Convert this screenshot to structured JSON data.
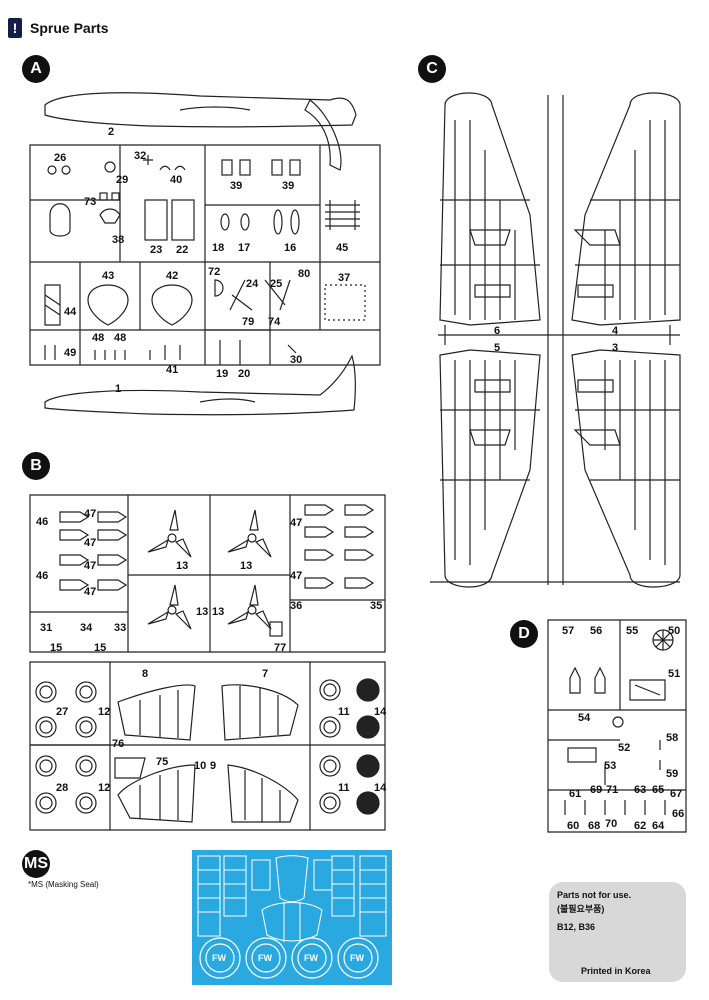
{
  "header": {
    "icon": "!",
    "title": "Sprue Parts"
  },
  "sections": {
    "a": "A",
    "b": "B",
    "c": "C",
    "d": "D",
    "ms": "MS"
  },
  "ms_caption": "*MS (Masking Seal)",
  "notice": {
    "line1": "Parts not for use.",
    "line2": "(불필요부품)",
    "line3": "B12, B36",
    "line4": "Printed in Korea"
  },
  "sprue_a_labels": [
    "2",
    "26",
    "32",
    "29",
    "40",
    "73",
    "38",
    "23",
    "22",
    "39",
    "39",
    "18",
    "17",
    "16",
    "45",
    "43",
    "42",
    "72",
    "24",
    "25",
    "80",
    "37",
    "44",
    "48",
    "48",
    "49",
    "41",
    "19",
    "20",
    "30",
    "79",
    "74",
    "1"
  ],
  "sprue_b_labels": [
    "46",
    "47",
    "47",
    "46",
    "47",
    "47",
    "31",
    "34",
    "33",
    "15",
    "15",
    "13",
    "13",
    "13",
    "13",
    "47",
    "47",
    "36",
    "35",
    "77",
    "8",
    "7",
    "27",
    "12",
    "76",
    "75",
    "10",
    "9",
    "11",
    "14",
    "11",
    "14",
    "28",
    "12"
  ],
  "sprue_c_labels": [
    "6",
    "4",
    "5",
    "3"
  ],
  "sprue_d_labels": [
    "57",
    "56",
    "55",
    "50",
    "51",
    "54",
    "52",
    "53",
    "58",
    "59",
    "61",
    "69",
    "71",
    "63",
    "65",
    "67",
    "60",
    "68",
    "70",
    "62",
    "64",
    "66"
  ],
  "mask_labels": [
    "FW",
    "FW",
    "FW",
    "FW"
  ],
  "colors": {
    "mask": "#29a9e0",
    "badge": "#111111",
    "header_badge": "#141c4a",
    "notice_bg": "#d8d8d8"
  }
}
